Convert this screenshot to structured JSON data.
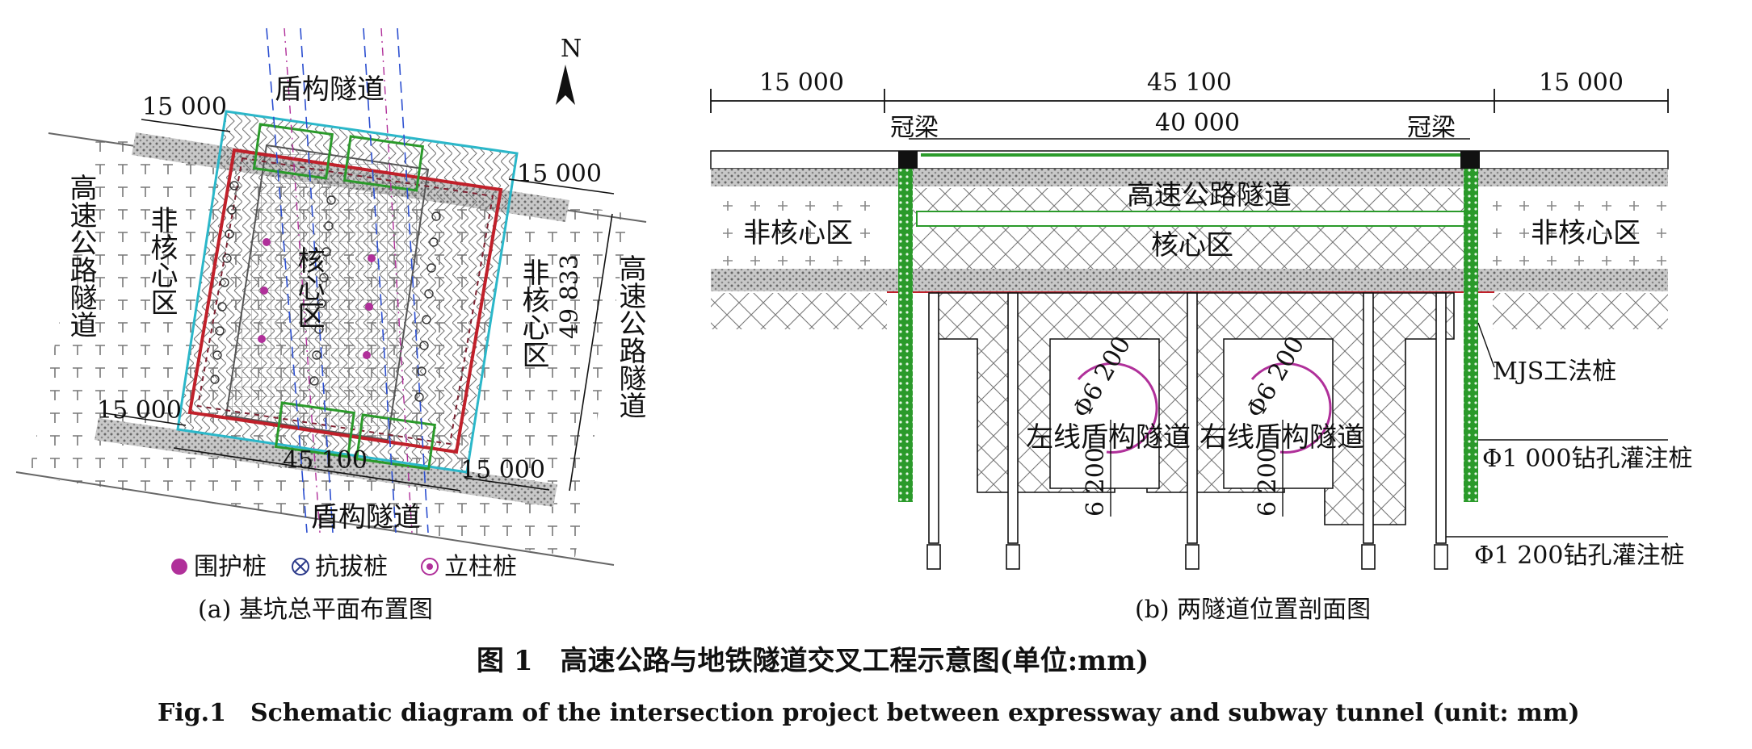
{
  "plan": {
    "north": "N",
    "shield_top": "盾构隧道",
    "shield_bottom": "盾构隧道",
    "dim_top_left": "15 000",
    "dim_top_right": "15 000",
    "dim_bottom_left": "15 000",
    "dim_bottom_right": "15 000",
    "dim_bottom": "45 100",
    "dim_right": "49 833",
    "expressway_left": "高速公路隧道",
    "expressway_right": "高速公路隧道",
    "noncore_left": "非核心区",
    "noncore_right": "非核心区",
    "core": "核心区",
    "legend": {
      "item1": "围护桩",
      "item2": "抗拔桩",
      "item3": "立柱桩"
    },
    "caption": "(a) 基坑总平面布置图"
  },
  "section": {
    "dim_left": "15 000",
    "dim_mid": "45 100",
    "dim_right": "15 000",
    "beam_left": "冠梁",
    "beam_right": "冠梁",
    "dim_inner": "40 000",
    "expressway": "高速公路隧道",
    "noncore_left": "非核心区",
    "noncore_right": "非核心区",
    "core": "核心区",
    "dia_left": "Φ6 200",
    "dia_right": "Φ6 200",
    "tunnel_left": "左线盾构隧道",
    "tunnel_right": "右线盾构隧道",
    "depth_left": "6 200",
    "depth_right": "6 200",
    "mjs": "MJS工法桩",
    "pile1000": "Φ1 000钻孔灌注桩",
    "pile1200": "Φ1 200钻孔灌注桩",
    "caption": "(b) 两隧道位置剖面图"
  },
  "figure": {
    "title_cn": "图 1　高速公路与地铁隧道交叉工程示意图(单位:mm)",
    "title_en": "Fig.1　Schematic diagram of the intersection project between expressway and subway tunnel (unit: mm)"
  },
  "colors": {
    "pile_purple": "#b0309a",
    "green": "#2a9a2a",
    "red": "#c0202a",
    "cyan": "#2bb7c9",
    "blue_dash": "#2c4fd0"
  }
}
